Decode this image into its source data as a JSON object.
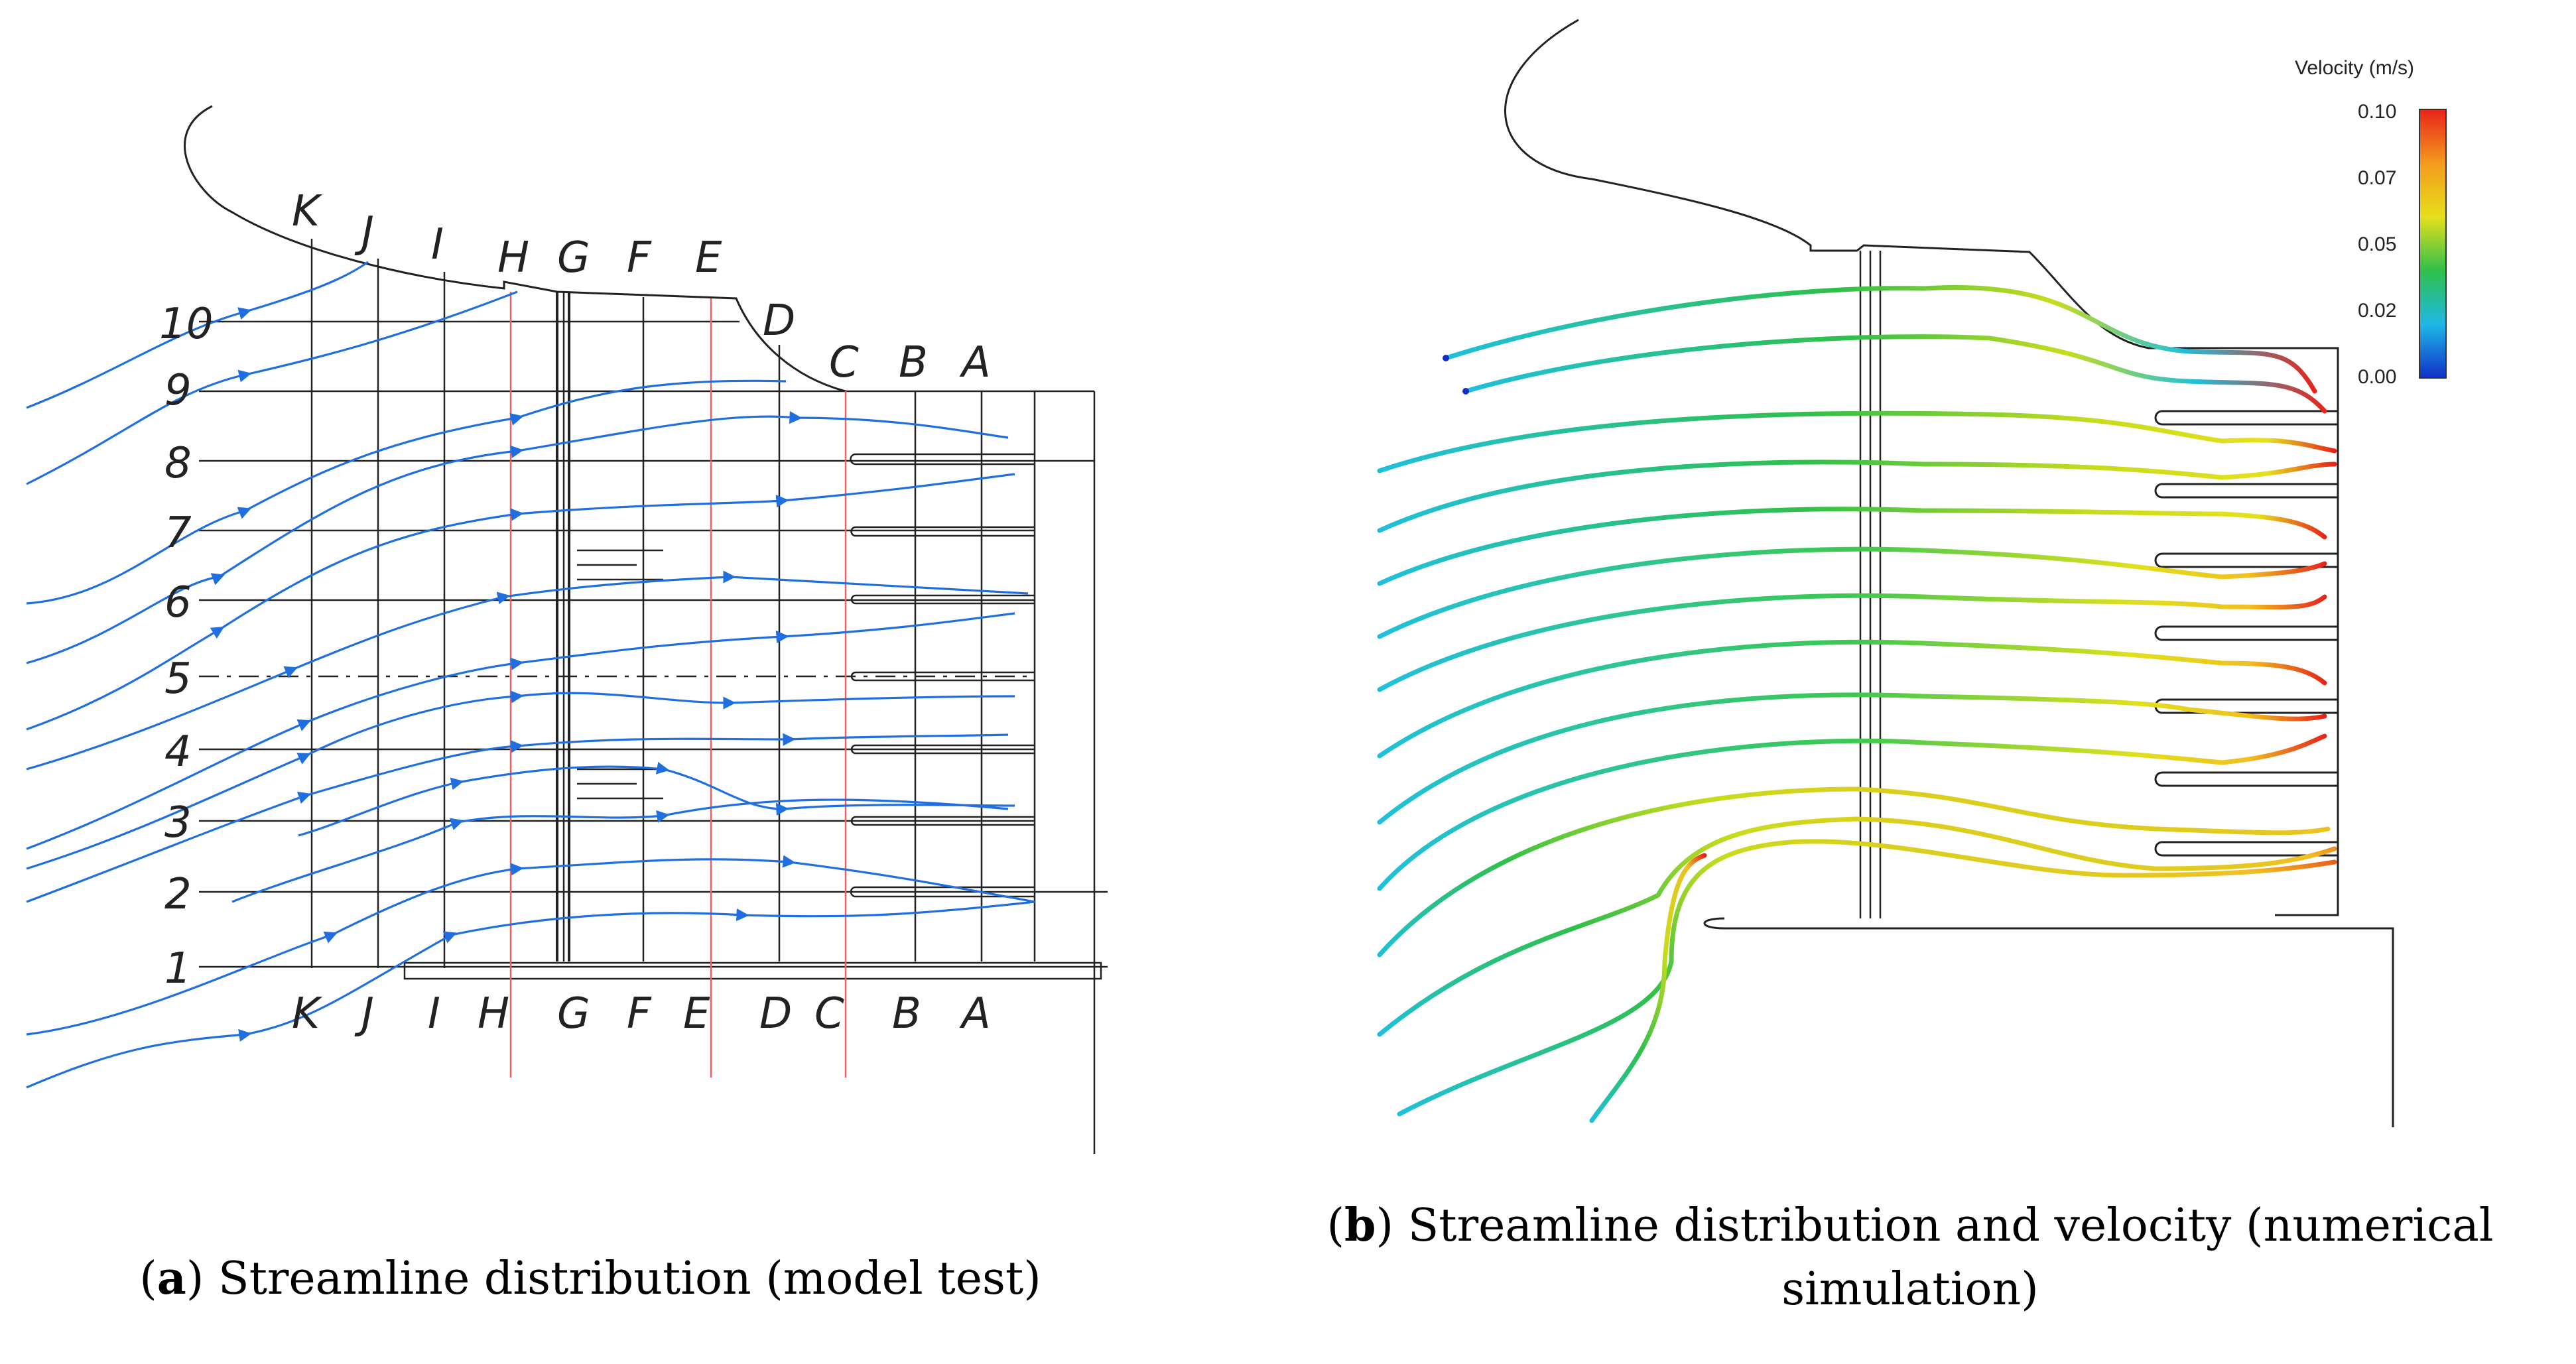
{
  "panel_a": {
    "caption_letter": "a",
    "caption_text": "Streamline distribution (model test)",
    "col_labels_top": [
      "K",
      "J",
      "I",
      "H",
      "G",
      "F",
      "E",
      "D",
      "C",
      "B",
      "A"
    ],
    "col_labels_bottom": [
      "K",
      "J",
      "I",
      "H",
      "G",
      "F",
      "E",
      "D",
      "C",
      "B",
      "A"
    ],
    "row_labels": [
      "10",
      "9",
      "8",
      "7",
      "6",
      "5",
      "4",
      "3",
      "2",
      "1"
    ],
    "colors": {
      "grid": "#222222",
      "streamline": "#1f6fe0",
      "section_line": "#f06060"
    }
  },
  "panel_b": {
    "caption_letter": "b",
    "caption_text_line1": "Streamline distribution and velocity (numerical",
    "caption_text_line2": "simulation)",
    "colorbar": {
      "title": "Velocity (m/s)",
      "ticks": [
        "0.10",
        "0.07",
        "0.05",
        "0.02",
        "0.00"
      ],
      "colors": [
        "#e8231a",
        "#f59a1d",
        "#e6e01c",
        "#2fc04a",
        "#1fb8e6",
        "#1030c8"
      ]
    }
  }
}
